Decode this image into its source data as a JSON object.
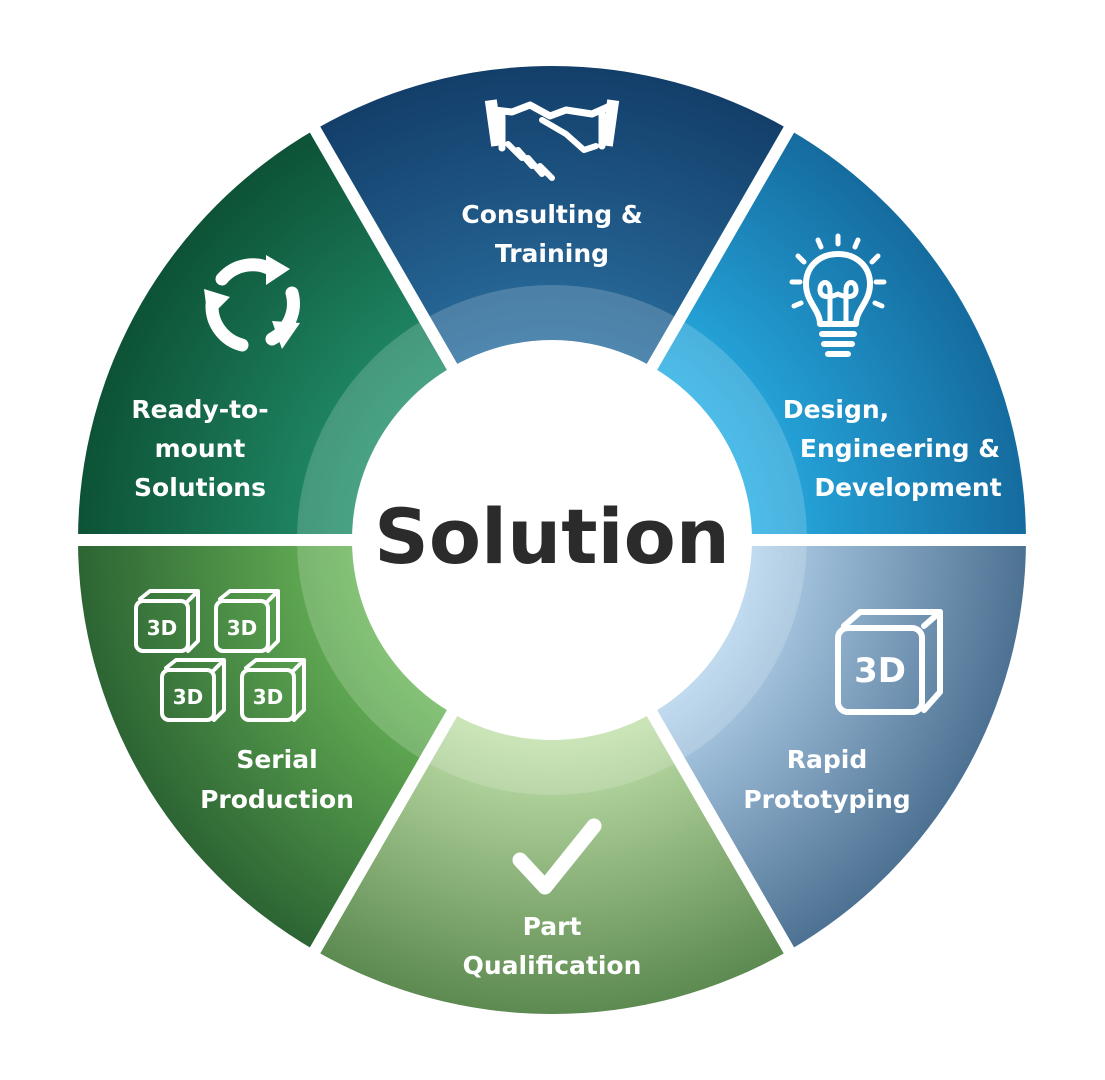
{
  "center": {
    "title": "Solution"
  },
  "segments": [
    {
      "id": "consulting-training",
      "lines": [
        "Consulting &",
        "Training"
      ],
      "icon": "handshake-icon",
      "color_a": "#1d5d8c",
      "color_b": "#143f6b"
    },
    {
      "id": "design-engineering-development",
      "lines": [
        "Design,",
        "Engineering &",
        "Development"
      ],
      "icon": "lightbulb-icon",
      "color_a": "#1f9fd8",
      "color_b": "#1a73a6"
    },
    {
      "id": "rapid-prototyping",
      "lines": [
        "Rapid",
        "Prototyping"
      ],
      "icon": "3d-cube-icon",
      "color_a": "#a9c9e6",
      "color_b": "#4f7596"
    },
    {
      "id": "part-qualification",
      "lines": [
        "Part",
        "Qualification"
      ],
      "icon": "checkmark-icon",
      "color_a": "#b9dba0",
      "color_b": "#5f8e52"
    },
    {
      "id": "serial-production",
      "lines": [
        "Serial",
        "Production"
      ],
      "icon": "3d-cubes-icon",
      "color_a": "#63ad54",
      "color_b": "#2f6a35"
    },
    {
      "id": "ready-to-mount-solutions",
      "lines": [
        "Ready-to-",
        "mount",
        "Solutions"
      ],
      "icon": "recycle-arrows-icon",
      "color_a": "#1e8462",
      "color_b": "#0f5a3c"
    }
  ],
  "cube_label": "3D"
}
